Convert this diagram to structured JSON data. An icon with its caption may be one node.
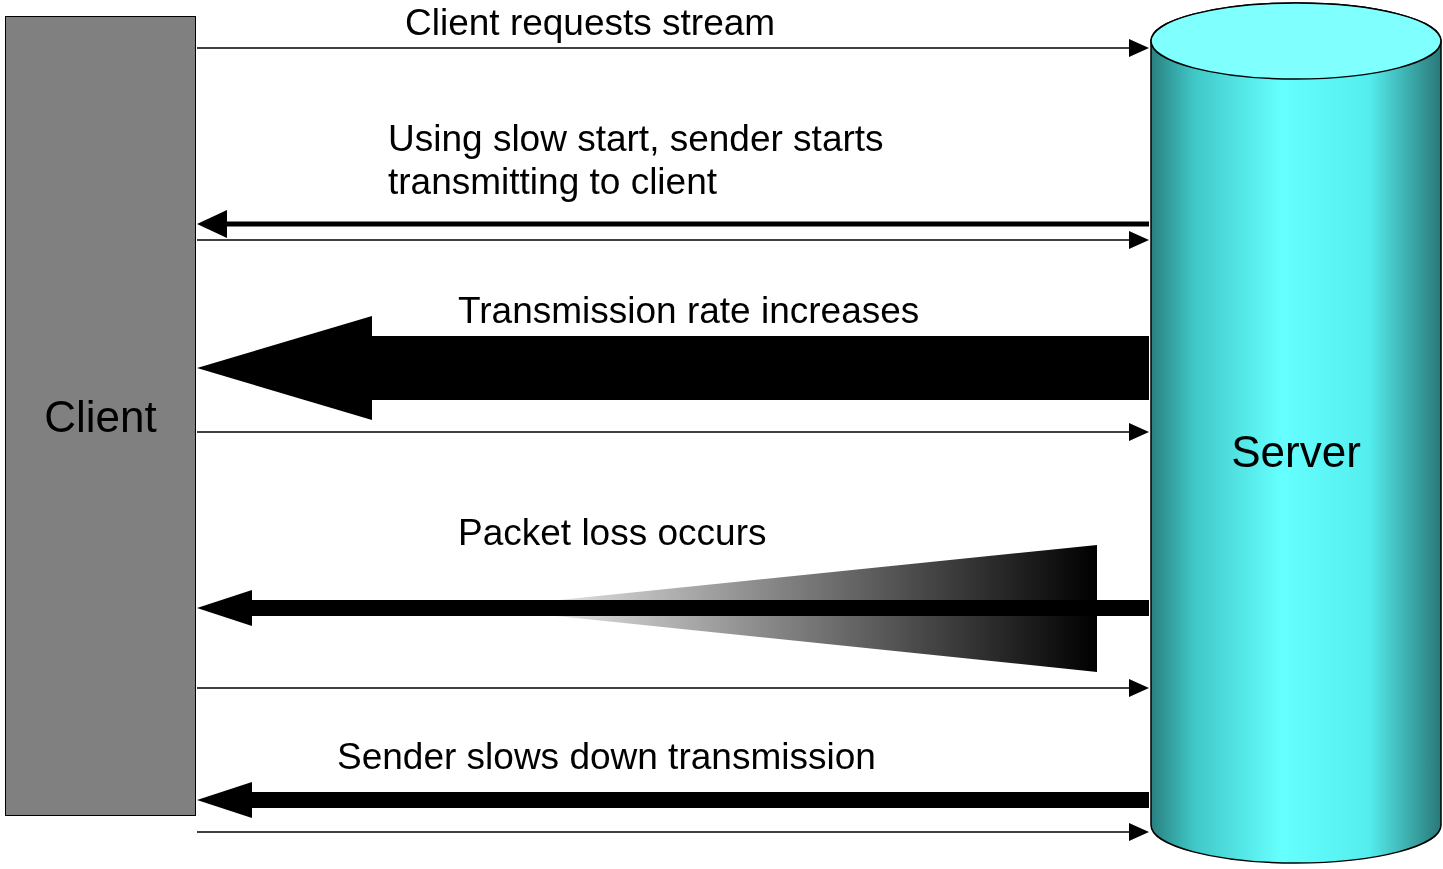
{
  "diagram": {
    "nodes": [
      {
        "text": [
          "Client"
        ]
      },
      {
        "text": [
          "Server"
        ]
      }
    ],
    "edges": [
      {
        "from": 0,
        "to": 1,
        "arrow": "to",
        "label": "Client requests stream"
      },
      {
        "from": 1,
        "to": 0,
        "arrow": "to",
        "label": "Using slow start, sender starts transmitting to client",
        "style": "thick"
      },
      {
        "from": 0,
        "to": 1,
        "arrow": "to"
      },
      {
        "from": 1,
        "to": 0,
        "arrow": "to",
        "label": "Transmission rate increases",
        "style": "thick"
      },
      {
        "from": 0,
        "to": 1,
        "arrow": "to"
      },
      {
        "from": 1,
        "to": 0,
        "arrow": "to",
        "label": "Packet loss occurs",
        "style": "thick"
      },
      {
        "from": 0,
        "to": 1,
        "arrow": "to"
      },
      {
        "from": 1,
        "to": 0,
        "arrow": "to",
        "label": "Sender slows down transmission",
        "style": "thick"
      },
      {
        "from": 0,
        "to": 1,
        "arrow": "to"
      }
    ]
  }
}
